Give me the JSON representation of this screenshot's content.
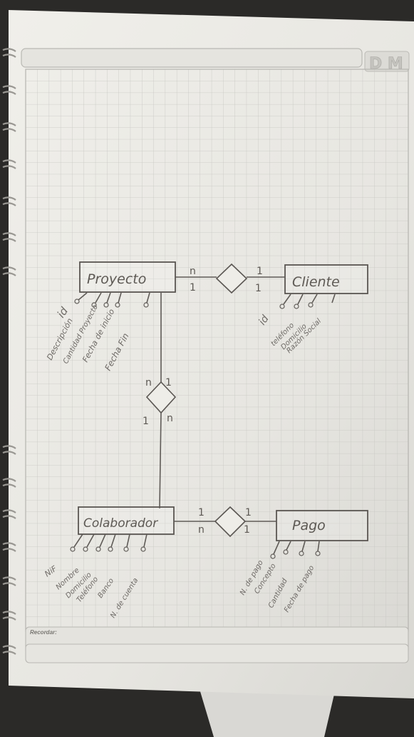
{
  "header": {
    "logo_text": "D M"
  },
  "footer": {
    "recordar_label": "Recordar:"
  },
  "diagram": {
    "entities": {
      "proyecto": "Proyecto",
      "cliente": "Cliente",
      "colaborador": "Colaborador",
      "pago": "Pago"
    },
    "relationships": {
      "proyecto_cliente": {
        "left_top": "n",
        "left_bottom": "1",
        "right_top": "1",
        "right_bottom": "1"
      },
      "proyecto_colaborador": {
        "top_left": "n",
        "top_right": "1",
        "bottom_left": "1",
        "bottom_right": "n"
      },
      "colaborador_pago": {
        "left_top": "1",
        "left_bottom": "n",
        "right_top": "1",
        "right_bottom": "1"
      }
    },
    "attributes": {
      "proyecto": [
        "id",
        "Descripción",
        "Cantidad Proyecto",
        "Fecha de inicio",
        "Fecha Fin"
      ],
      "cliente": [
        "id",
        "teléfono",
        "Domicilio",
        "Razón Social"
      ],
      "colaborador": [
        "NiF",
        "Nombre",
        "Domicilio",
        "Teléfono",
        "Banco",
        "N. de cuenta"
      ],
      "pago": [
        "N. de pago",
        "Concepto",
        "Cantidad",
        "Fecha de pago"
      ]
    }
  },
  "colors": {
    "background": "#2b2a28",
    "paper": "#e9e8e3",
    "grid": "#c9c9c4",
    "pencil": "#5f5b57"
  }
}
